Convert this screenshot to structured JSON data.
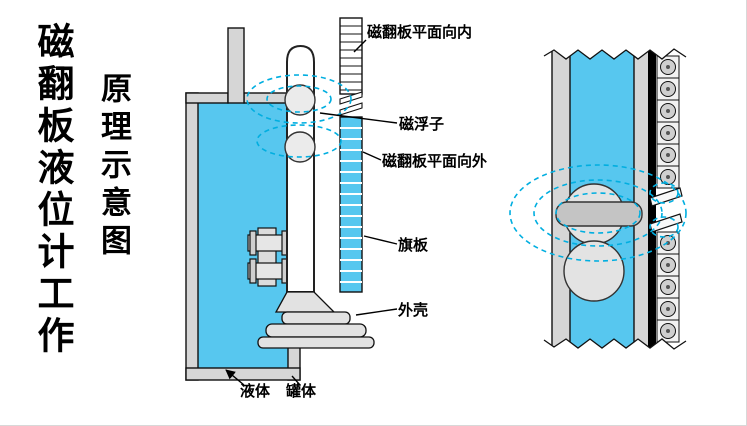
{
  "titles": {
    "main_vertical": "磁翻板液位计工作",
    "sub_vertical": "原理示意图"
  },
  "labels": {
    "flap_inward": "磁翻板平面向内",
    "magnetic_float": "磁浮子",
    "flap_outward": "磁翻板平面向外",
    "flag_plate": "旗板",
    "outer_shell": "外壳",
    "liquid": "液体",
    "tank_body": "罐体"
  },
  "colors": {
    "liquid_blue": "#57c7ef",
    "field_line_cyan": "#00aee0",
    "wall_gray": "#d6d6d6",
    "metal_gray": "#c4c4c4",
    "outline_black": "#111111"
  }
}
